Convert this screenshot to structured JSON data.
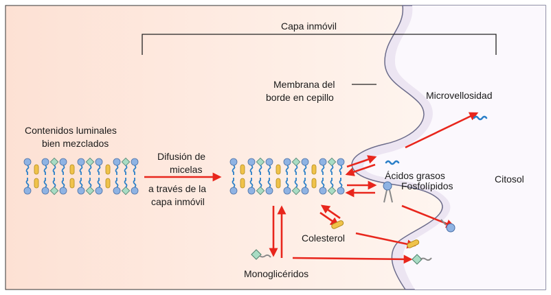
{
  "labels": {
    "unstirred_layer": "Capa inmóvil",
    "brush_border_line1": "Membrana del",
    "brush_border_line2": "borde en cepillo",
    "microvillus": "Microvellosidad",
    "luminal_line1": "Contenidos luminales",
    "luminal_line2": "bien mezclados",
    "diffusion_line1": "Difusión de",
    "diffusion_line2": "micelas",
    "through_line1": "a través de la",
    "through_line2": "capa inmóvil",
    "fatty_acids": "Ácidos grasos",
    "phospholipids": "Fosfolípidos",
    "cytosol": "Citosol",
    "cholesterol": "Colesterol",
    "monoglycerides": "Monoglicéridos"
  },
  "colors": {
    "arrow": "#e8261c",
    "membrane_fill": "#ece5f2",
    "membrane_stroke": "#6b6b8a",
    "tail_blue": "#2a7fc8",
    "head_blue": "#8fb3e3",
    "head_green": "#a9dcc4",
    "cholesterol_yellow": "#f0c24a",
    "gradient_left": "#fde1d4",
    "gradient_right": "#fffaf6"
  },
  "icons": [
    "lipid-molecule-icon",
    "fatty-acid-icon",
    "phospholipid-icon",
    "cholesterol-icon",
    "monoglyceride-icon"
  ]
}
